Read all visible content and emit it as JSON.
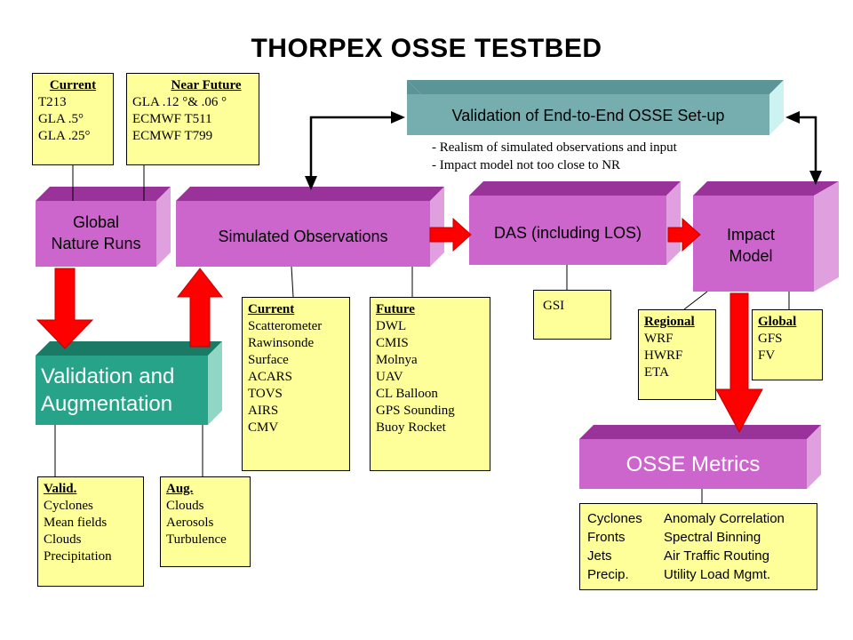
{
  "title": "THORPEX OSSE TESTBED",
  "nature_current": {
    "heading": "Current",
    "lines": [
      "T213",
      "GLA .5°",
      "GLA .25°"
    ]
  },
  "nature_future": {
    "heading": "Near Future",
    "lines": [
      "GLA .12 °& .06 °",
      "ECMWF T511",
      "ECMWF T799"
    ]
  },
  "validation_e2e": {
    "label": "Validation of End-to-End OSSE Set-up",
    "bullets": [
      "- Realism of simulated observations and input",
      "- Impact model not too close to NR"
    ]
  },
  "nodes": {
    "global_nature_runs": [
      "Global",
      "Nature Runs"
    ],
    "simulated_observations": "Simulated Observations",
    "das": "DAS (including LOS)",
    "impact_model": [
      "Impact",
      "Model"
    ],
    "validation_augmentation": [
      "Validation and",
      "Augmentation"
    ],
    "osse_metrics": "OSSE Metrics"
  },
  "obs_current": {
    "heading": "Current",
    "lines": [
      "Scatterometer",
      "Rawinsonde",
      "Surface",
      "ACARS",
      "TOVS",
      "AIRS",
      "CMV"
    ]
  },
  "obs_future": {
    "heading": "Future",
    "lines": [
      "DWL",
      "CMIS",
      "Molnya",
      "UAV",
      "CL Balloon",
      "GPS Sounding",
      "Buoy Rocket"
    ]
  },
  "gsi": "GSI",
  "regional": {
    "heading": "Regional",
    "lines": [
      "WRF",
      "HWRF",
      "ETA"
    ]
  },
  "global_models": {
    "heading": "Global",
    "lines": [
      "GFS",
      "FV"
    ]
  },
  "valid": {
    "heading": "Valid.",
    "lines": [
      "Cyclones",
      "Mean fields",
      "Clouds",
      "Precipitation"
    ]
  },
  "aug": {
    "heading": "Aug.",
    "lines": [
      "Clouds",
      "Aerosols",
      "Turbulence"
    ]
  },
  "metrics": {
    "left": [
      "Cyclones",
      "Fronts",
      "Jets",
      "Precip."
    ],
    "right": [
      "Anomaly Correlation",
      "Spectral Binning",
      "Air Traffic Routing",
      "Utility Load Mgmt."
    ]
  },
  "colors": {
    "box_purple": "#cc66cc",
    "box_purple_dark": "#993399",
    "box_teal": "#26a389",
    "box_gray_blue": "#76aeb0",
    "note_yellow": "#ffff99",
    "arrow_red": "#ff0000"
  }
}
